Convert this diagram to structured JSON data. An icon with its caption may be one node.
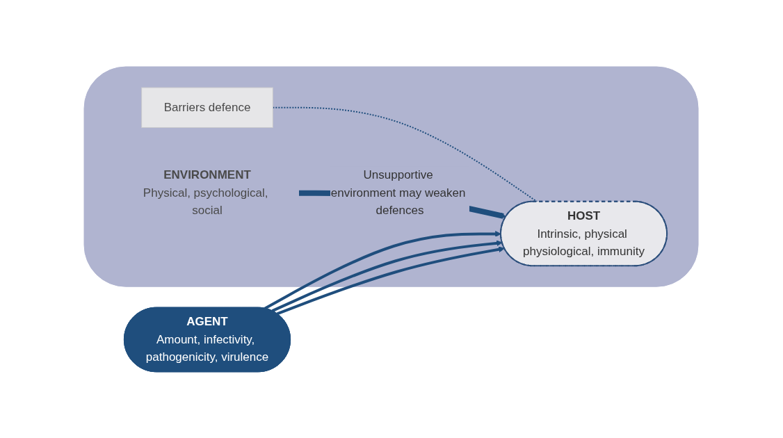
{
  "diagram": {
    "nodes": [
      {
        "text": [],
        "shape": "cloud"
      },
      {
        "text": [
          "Barriers defence"
        ],
        "in": 0
      },
      {
        "text": [
          "HOST",
          "Intrinsic, physical physiological, immunity"
        ],
        "in": 0
      },
      {
        "text": [
          "ENVIRONMENT",
          "Physical, psychological, social"
        ],
        "in": 0
      },
      {
        "text": [
          "AGENT",
          "Amount, infectivity, pathogenicity, virulence"
        ]
      }
    ],
    "edges": [
      {
        "from": 1,
        "to": 2,
        "arrow": "none",
        "style": "dashed"
      },
      {
        "from": 4,
        "to": 2,
        "arrow": "to"
      },
      {
        "from": 4,
        "to": 2,
        "arrow": "to"
      },
      {
        "from": 4,
        "to": 2,
        "arrow": "to"
      },
      {
        "from": 3,
        "to": 2,
        "arrow": "to",
        "style": "thick",
        "label": "Unsupportive environment may weaken defences"
      }
    ]
  }
}
